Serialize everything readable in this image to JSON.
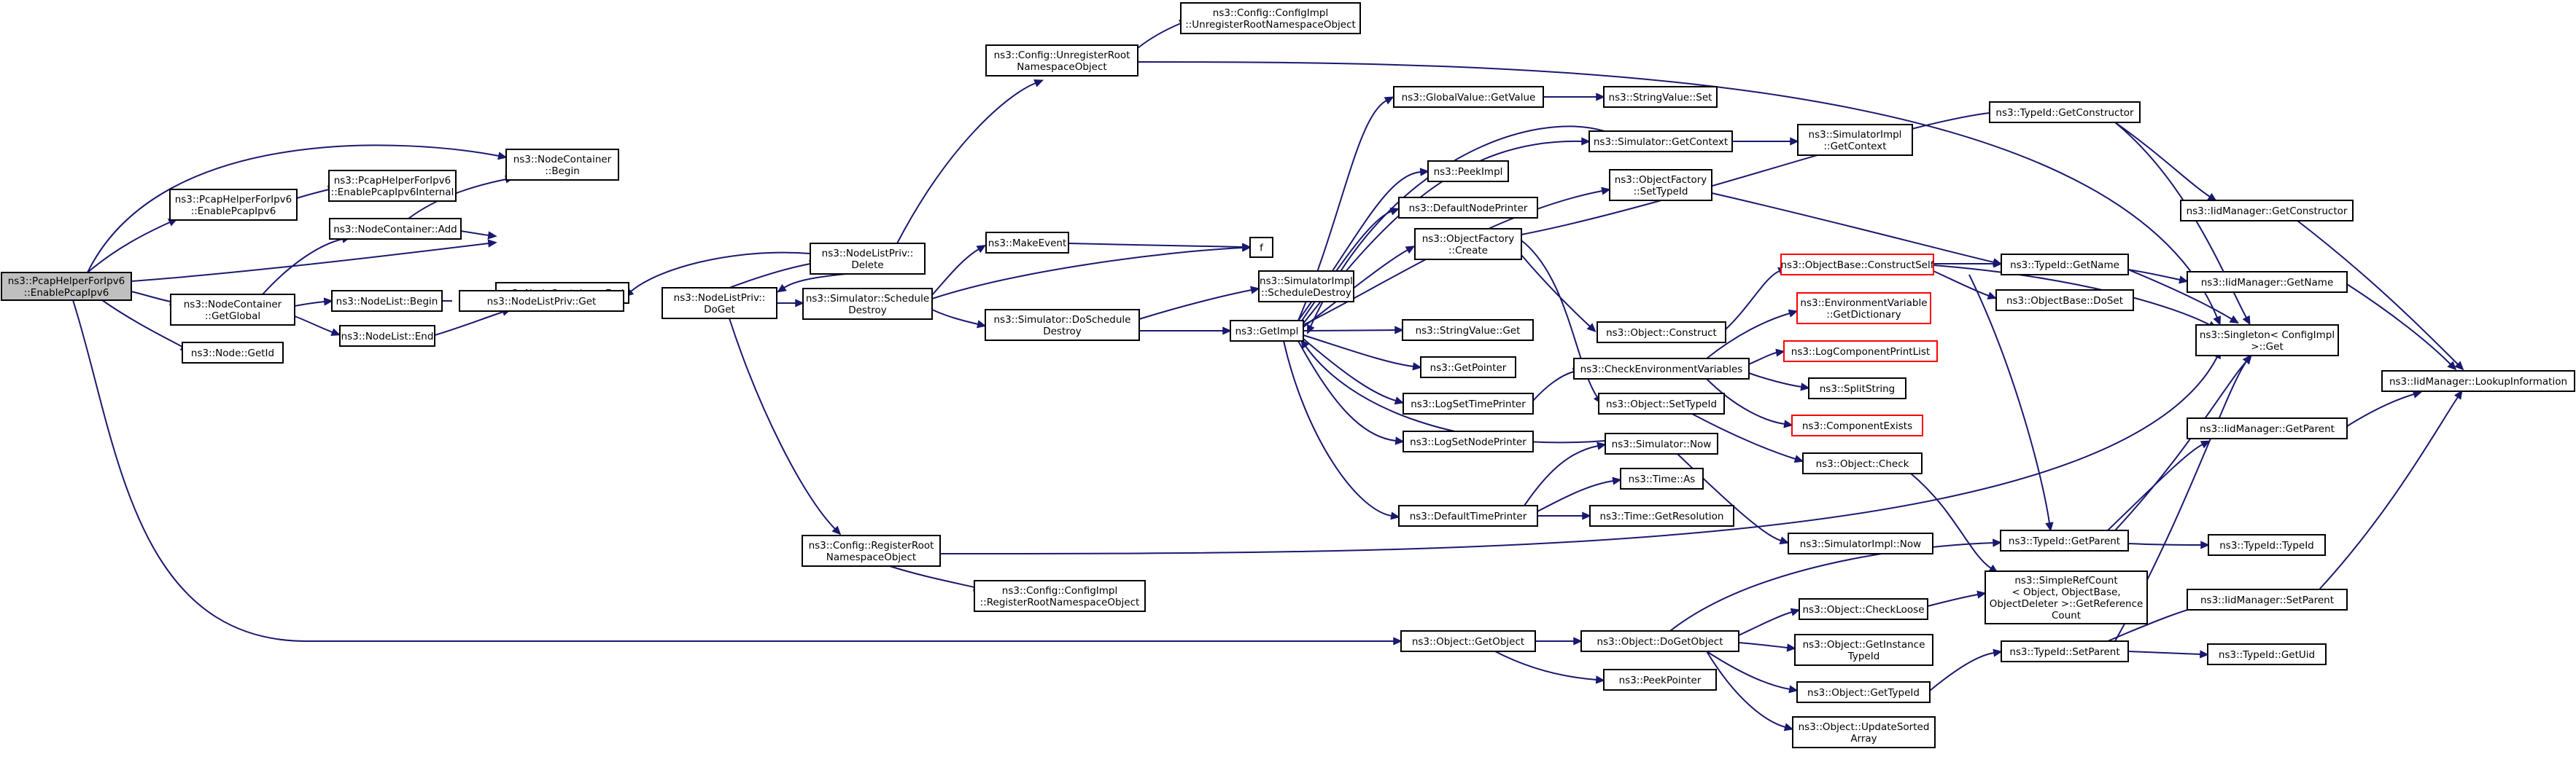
{
  "colors": {
    "edge": "#191970",
    "node_border": "#000000",
    "node_fill": "#ffffff",
    "root_fill": "#bfbfbf",
    "truncated_border": "#ff0000"
  },
  "nodes": {
    "root": {
      "lines": [
        "ns3::PcapHelperForIpv6",
        "::EnablePcapIpv6"
      ],
      "style": "root"
    },
    "enableipv6": {
      "lines": [
        "ns3::PcapHelperForIpv6",
        "::EnablePcapIpv6"
      ],
      "style": "normal"
    },
    "enableinternal": {
      "lines": [
        "ns3::PcapHelperForIpv6",
        "::EnablePcapIpv6Internal"
      ],
      "style": "normal"
    },
    "ncadd": {
      "lines": [
        "ns3::NodeContainer::Add"
      ],
      "style": "normal"
    },
    "ncbegin": {
      "lines": [
        "ns3::NodeContainer",
        "::Begin"
      ],
      "style": "normal"
    },
    "ncend": {
      "lines": [
        "ns3::NodeContainer::End"
      ],
      "style": "normal"
    },
    "ncglobal": {
      "lines": [
        "ns3::NodeContainer",
        "::GetGlobal"
      ],
      "style": "normal"
    },
    "nlbegin": {
      "lines": [
        "ns3::NodeList::Begin"
      ],
      "style": "normal"
    },
    "nlend": {
      "lines": [
        "ns3::NodeList::End"
      ],
      "style": "normal"
    },
    "nodegetid": {
      "lines": [
        "ns3::Node::GetId"
      ],
      "style": "normal"
    },
    "nlprivget": {
      "lines": [
        "ns3::NodeListPriv::Get"
      ],
      "style": "normal"
    },
    "nlprivdoget": {
      "lines": [
        "ns3::NodeListPriv::",
        "DoGet"
      ],
      "style": "normal"
    },
    "nlprivdelete": {
      "lines": [
        "ns3::NodeListPriv::",
        "Delete"
      ],
      "style": "normal"
    },
    "simschedule": {
      "lines": [
        "ns3::Simulator::Schedule",
        "Destroy"
      ],
      "style": "normal"
    },
    "unregroot": {
      "lines": [
        "ns3::Config::UnregisterRoot",
        "NamespaceObject"
      ],
      "style": "normal"
    },
    "cfgunreg": {
      "lines": [
        "ns3::Config::ConfigImpl",
        "::UnregisterRootNamespaceObject"
      ],
      "style": "normal"
    },
    "makeevent": {
      "lines": [
        "ns3::MakeEvent"
      ],
      "style": "normal"
    },
    "f": {
      "lines": [
        "f"
      ],
      "style": "normal"
    },
    "simdoschedule": {
      "lines": [
        "ns3::Simulator::DoSchedule",
        "Destroy"
      ],
      "style": "normal"
    },
    "simimplsched": {
      "lines": [
        "ns3::SimulatorImpl",
        "::ScheduleDestroy"
      ],
      "style": "normal"
    },
    "getimpl": {
      "lines": [
        "ns3::GetImpl"
      ],
      "style": "normal"
    },
    "regroot": {
      "lines": [
        "ns3::Config::RegisterRoot",
        "NamespaceObject"
      ],
      "style": "normal"
    },
    "cfgreg": {
      "lines": [
        "ns3::Config::ConfigImpl",
        "::RegisterRootNamespaceObject"
      ],
      "style": "normal"
    },
    "gvgetvalue": {
      "lines": [
        "ns3::GlobalValue::GetValue"
      ],
      "style": "normal"
    },
    "svset": {
      "lines": [
        "ns3::StringValue::Set"
      ],
      "style": "normal"
    },
    "simgetctx": {
      "lines": [
        "ns3::Simulator::GetContext"
      ],
      "style": "normal"
    },
    "simimplgetctx": {
      "lines": [
        "ns3::SimulatorImpl",
        "::GetContext"
      ],
      "style": "normal"
    },
    "peekimpl": {
      "lines": [
        "ns3::PeekImpl"
      ],
      "style": "normal"
    },
    "defnodeprinter": {
      "lines": [
        "ns3::DefaultNodePrinter"
      ],
      "style": "normal"
    },
    "ofsettypeid": {
      "lines": [
        "ns3::ObjectFactory",
        "::SetTypeId"
      ],
      "style": "normal"
    },
    "ofcreate": {
      "lines": [
        "ns3::ObjectFactory",
        "::Create"
      ],
      "style": "normal"
    },
    "svget": {
      "lines": [
        "ns3::StringValue::Get"
      ],
      "style": "normal"
    },
    "getpointer": {
      "lines": [
        "ns3::GetPointer"
      ],
      "style": "normal"
    },
    "logsettime": {
      "lines": [
        "ns3::LogSetTimePrinter"
      ],
      "style": "normal"
    },
    "logsetnode": {
      "lines": [
        "ns3::LogSetNodePrinter"
      ],
      "style": "normal"
    },
    "deftimeprinter": {
      "lines": [
        "ns3::DefaultTimePrinter"
      ],
      "style": "normal"
    },
    "objconstruct": {
      "lines": [
        "ns3::Object::Construct"
      ],
      "style": "normal"
    },
    "objbaseconstructself": {
      "lines": [
        "ns3::ObjectBase::ConstructSelf"
      ],
      "style": "truncated"
    },
    "envgetdict": {
      "lines": [
        "ns3::EnvironmentVariable",
        "::GetDictionary"
      ],
      "style": "truncated"
    },
    "checkenv": {
      "lines": [
        "ns3::CheckEnvironmentVariables"
      ],
      "style": "normal"
    },
    "logcomplist": {
      "lines": [
        "ns3::LogComponentPrintList"
      ],
      "style": "truncated"
    },
    "splitstring": {
      "lines": [
        "ns3::SplitString"
      ],
      "style": "normal"
    },
    "compexists": {
      "lines": [
        "ns3::ComponentExists"
      ],
      "style": "truncated"
    },
    "objsettypeid": {
      "lines": [
        "ns3::Object::SetTypeId"
      ],
      "style": "normal"
    },
    "objcheck": {
      "lines": [
        "ns3::Object::Check"
      ],
      "style": "normal"
    },
    "simnow": {
      "lines": [
        "ns3::Simulator::Now"
      ],
      "style": "normal"
    },
    "simimplnow": {
      "lines": [
        "ns3::SimulatorImpl::Now"
      ],
      "style": "normal"
    },
    "timeas": {
      "lines": [
        "ns3::Time::As"
      ],
      "style": "normal"
    },
    "timegetres": {
      "lines": [
        "ns3::Time::GetResolution"
      ],
      "style": "normal"
    },
    "objgetobject": {
      "lines": [
        "ns3::Object::GetObject"
      ],
      "style": "normal"
    },
    "objdogetobject": {
      "lines": [
        "ns3::Object::DoGetObject"
      ],
      "style": "normal"
    },
    "peekpointer": {
      "lines": [
        "ns3::PeekPointer"
      ],
      "style": "normal"
    },
    "objcheckloose": {
      "lines": [
        "ns3::Object::CheckLoose"
      ],
      "style": "normal"
    },
    "objgetinstance": {
      "lines": [
        "ns3::Object::GetInstance",
        "TypeId"
      ],
      "style": "normal"
    },
    "objgettypeid": {
      "lines": [
        "ns3::Object::GetTypeId"
      ],
      "style": "normal"
    },
    "objupdatesorted": {
      "lines": [
        "ns3::Object::UpdateSorted",
        "Array"
      ],
      "style": "normal"
    },
    "simplerefcount": {
      "lines": [
        "ns3::SimpleRefCount",
        "< Object, ObjectBase,",
        "ObjectDeleter >::GetReference",
        "Count"
      ],
      "style": "normal"
    },
    "typeidgetconstructor": {
      "lines": [
        "ns3::TypeId::GetConstructor"
      ],
      "style": "normal"
    },
    "typeidgetname": {
      "lines": [
        "ns3::TypeId::GetName"
      ],
      "style": "normal"
    },
    "objbasedoset": {
      "lines": [
        "ns3::ObjectBase::DoSet"
      ],
      "style": "normal"
    },
    "typeidgetparent": {
      "lines": [
        "ns3::TypeId::GetParent"
      ],
      "style": "normal"
    },
    "typeidsetparent": {
      "lines": [
        "ns3::TypeId::SetParent"
      ],
      "style": "normal"
    },
    "singletonget": {
      "lines": [
        "ns3::Singleton< ConfigImpl",
        " >::Get"
      ],
      "style": "normal"
    },
    "iidgetconstructor": {
      "lines": [
        "ns3::IidManager::GetConstructor"
      ],
      "style": "normal"
    },
    "iidgetname": {
      "lines": [
        "ns3::IidManager::GetName"
      ],
      "style": "normal"
    },
    "iidgetparent": {
      "lines": [
        "ns3::IidManager::GetParent"
      ],
      "style": "normal"
    },
    "iidsetparent": {
      "lines": [
        "ns3::IidManager::SetParent"
      ],
      "style": "normal"
    },
    "typeidtypeid": {
      "lines": [
        "ns3::TypeId::TypeId"
      ],
      "style": "normal"
    },
    "typeidgetuid": {
      "lines": [
        "ns3::TypeId::GetUid"
      ],
      "style": "normal"
    },
    "iidlookup": {
      "lines": [
        "ns3::IidManager::LookupInformation"
      ],
      "style": "normal"
    }
  }
}
